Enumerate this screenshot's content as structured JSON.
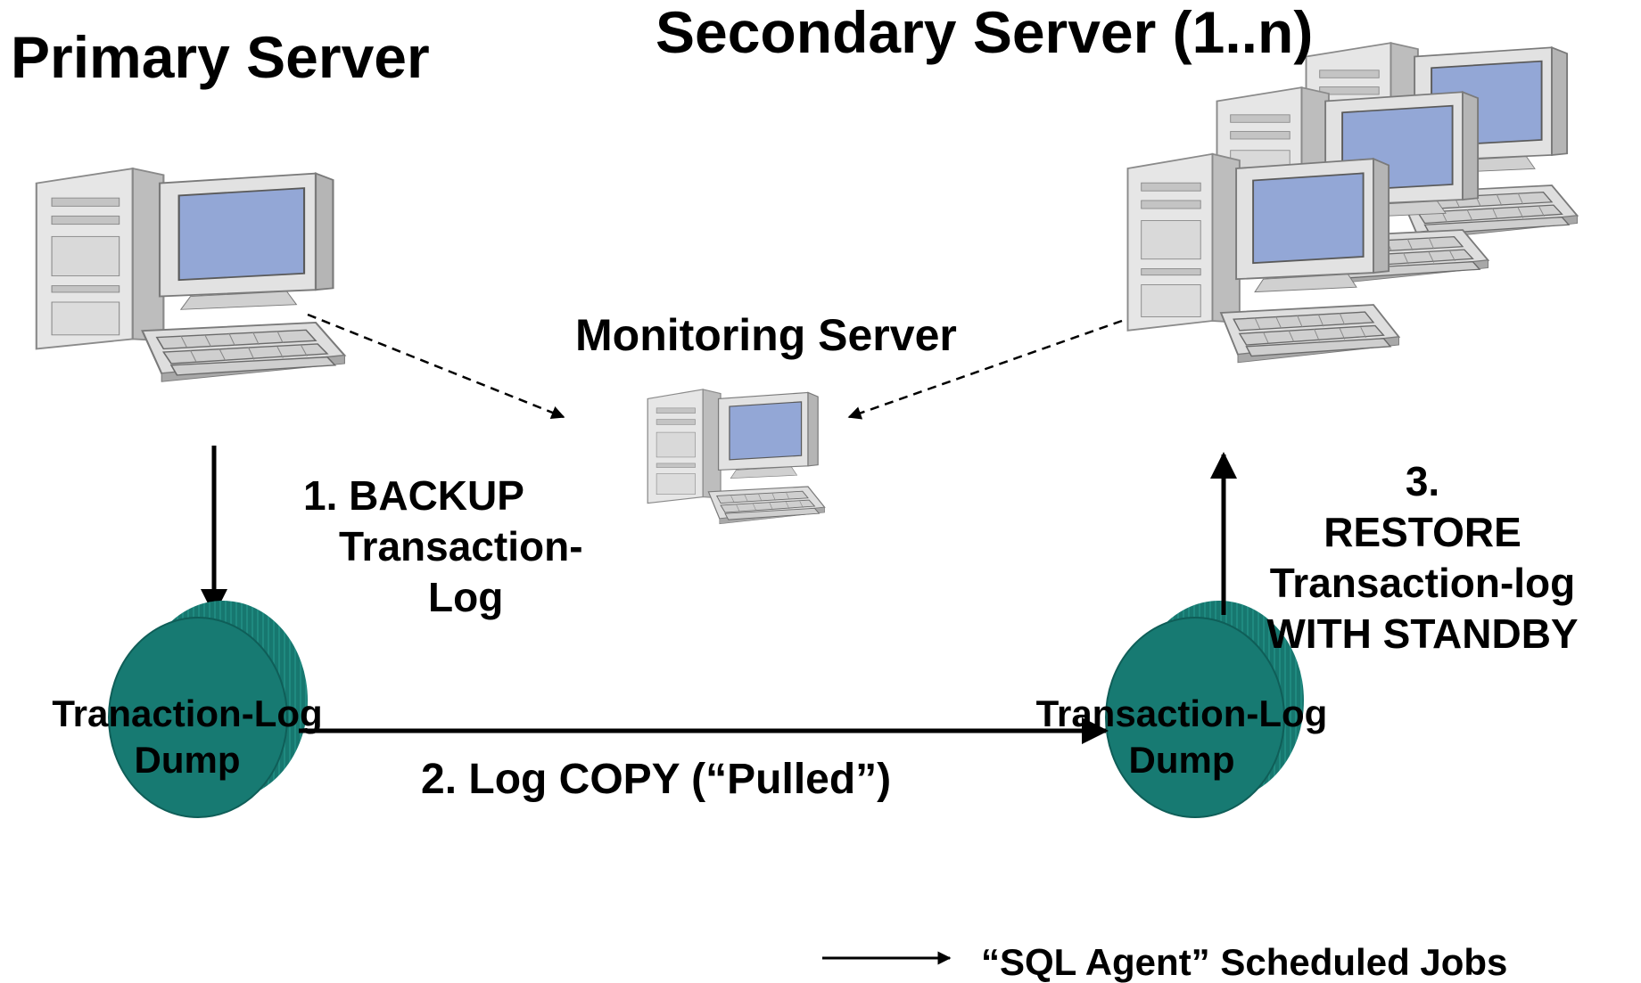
{
  "titles": {
    "primary": "Primary Server",
    "secondary": "Secondary Server (1..n)",
    "monitoring": "Monitoring Server"
  },
  "steps": {
    "backup": [
      "1. BACKUP",
      "Transaction-",
      "Log"
    ],
    "copy": "2. Log COPY (“Pulled”)",
    "restore": [
      "3.",
      "RESTORE",
      "Transaction-log",
      "WITH STANDBY"
    ]
  },
  "dumps": {
    "primary": [
      "Tranaction-Log",
      "Dump"
    ],
    "secondary": [
      "Transaction-Log",
      "Dump"
    ]
  },
  "legend": {
    "label": "“SQL Agent” Scheduled Jobs"
  },
  "icons": [
    "server-computer-icon",
    "database-cylinder-icon",
    "arrow-icon"
  ],
  "colors": {
    "case": "#d6d6d6",
    "screen": "#93a7d6",
    "disk": "#177a72",
    "disk_light": "#2a9a90"
  }
}
